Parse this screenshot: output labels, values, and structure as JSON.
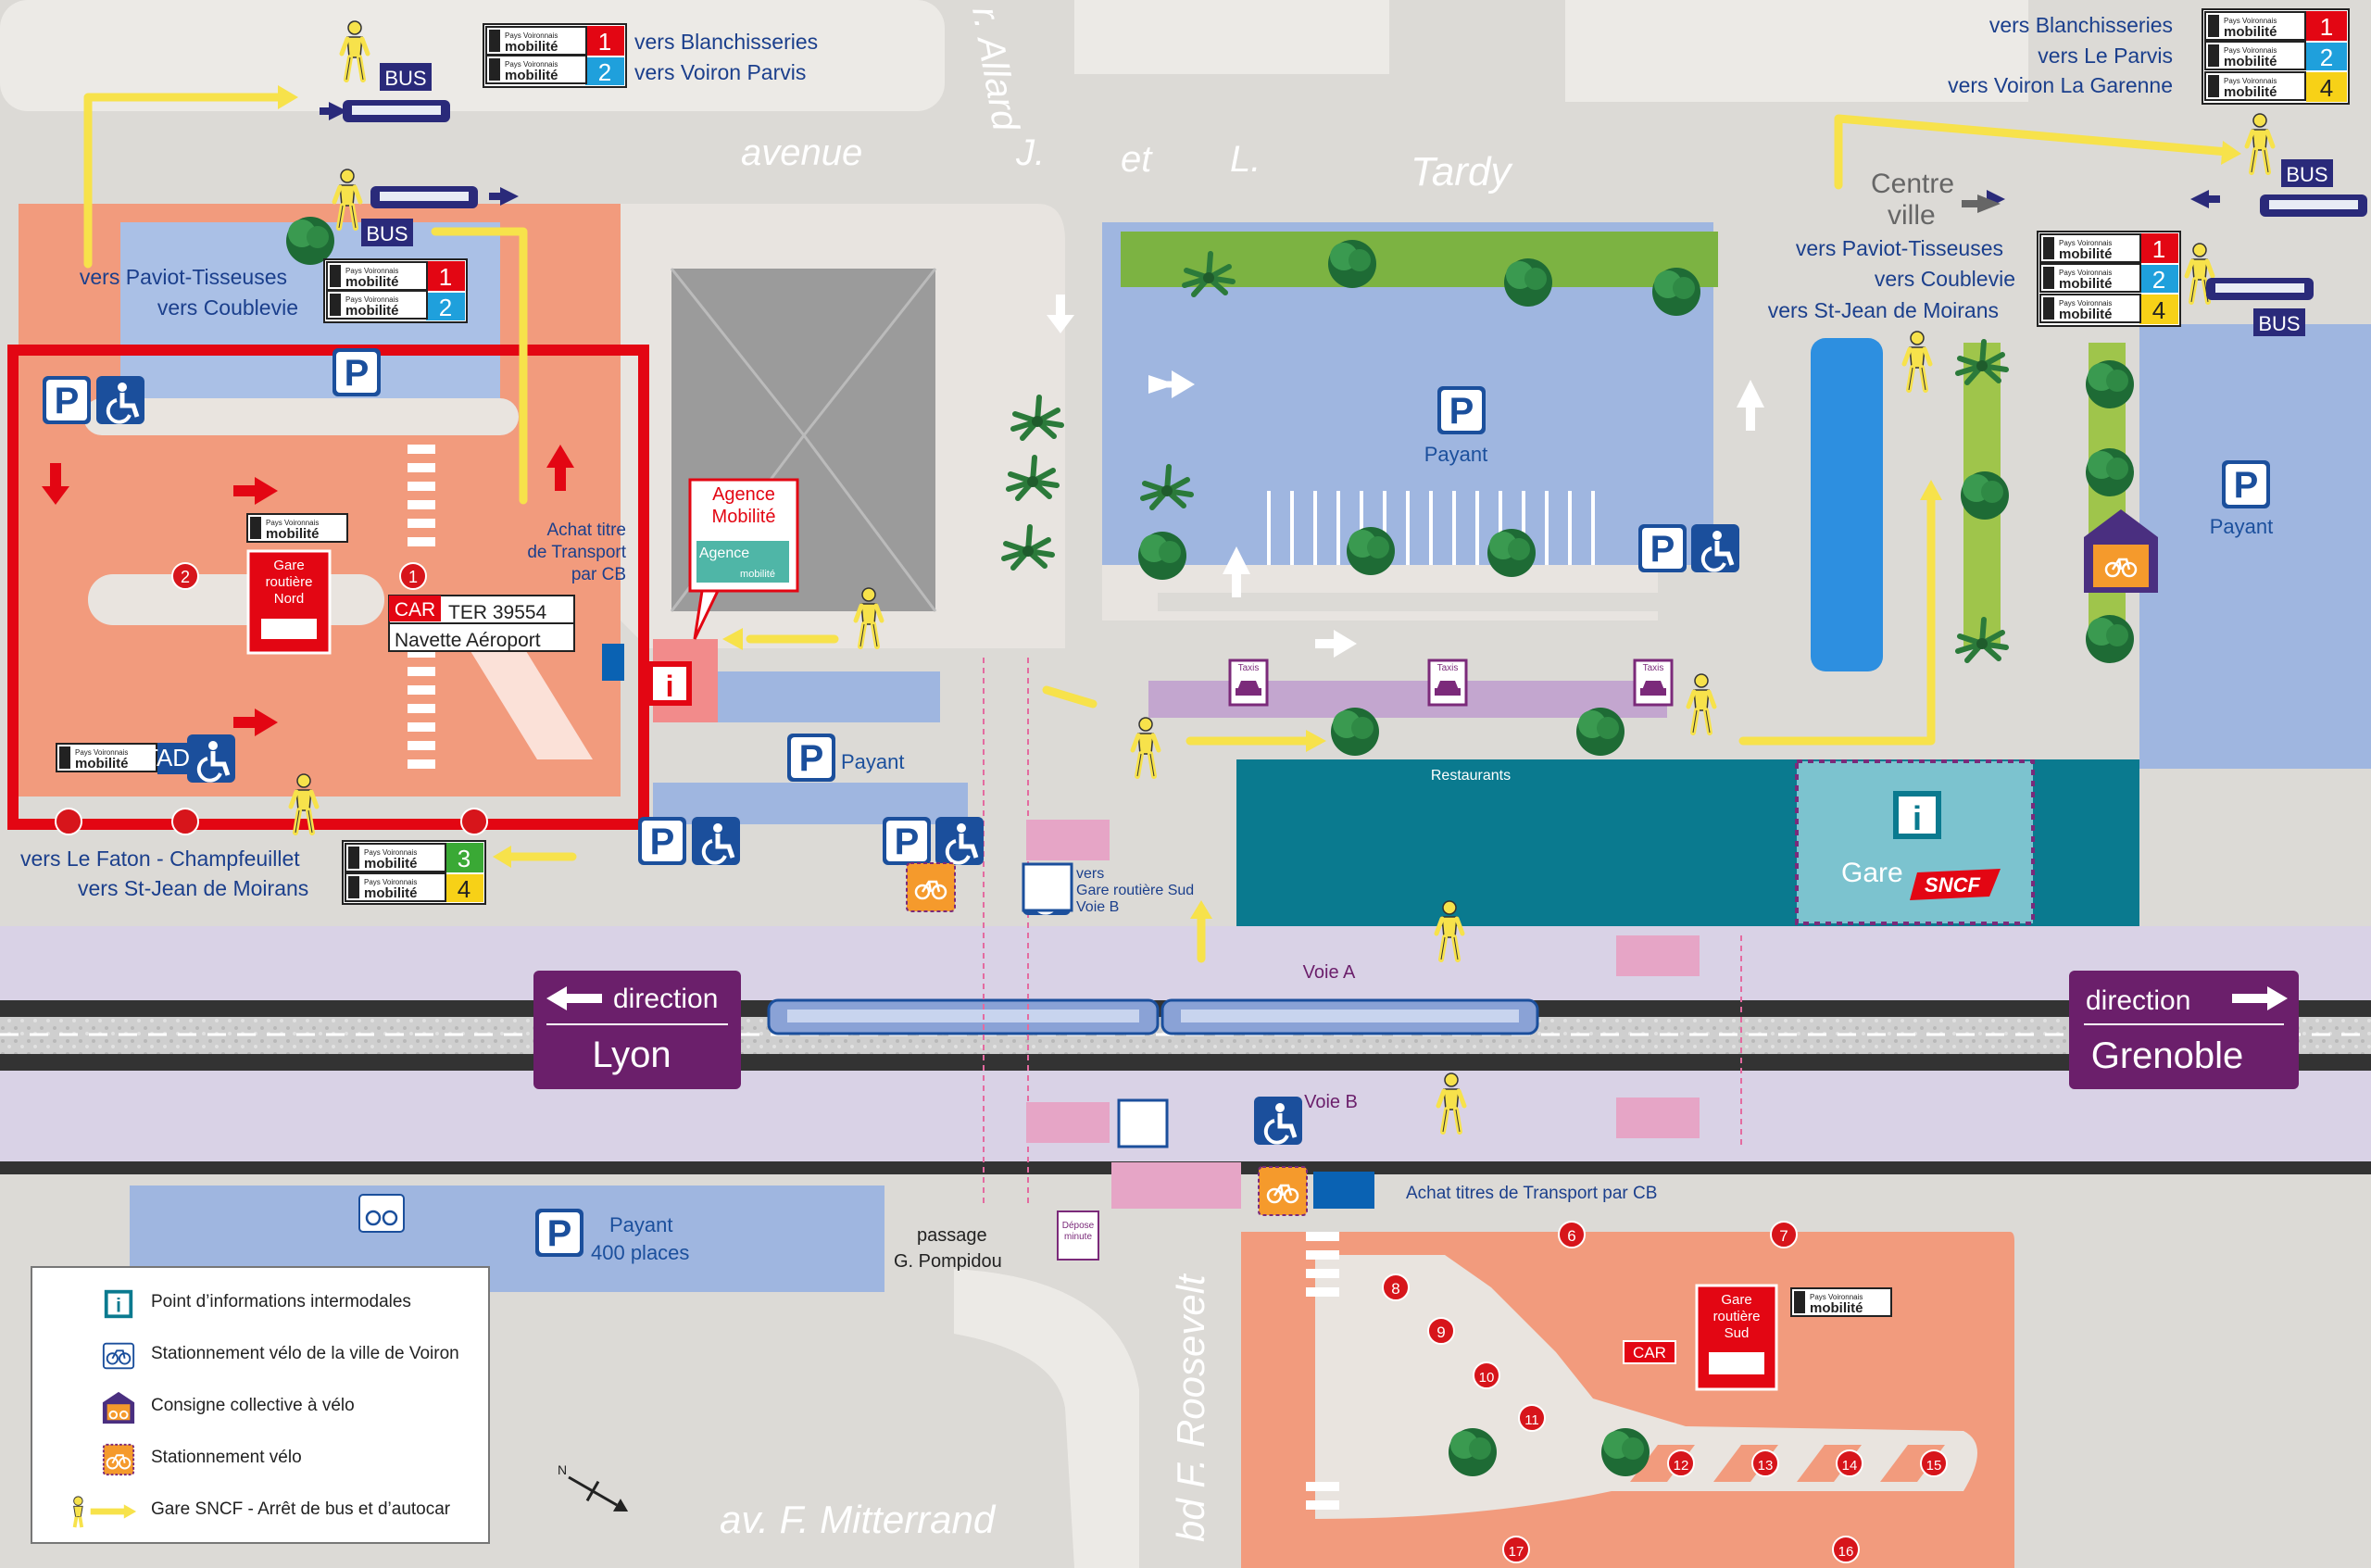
{
  "streets": {
    "avenue_1": "avenue",
    "avenue_2": "J.",
    "avenue_3": "et",
    "avenue_4": "L.",
    "avenue_5": "Tardy",
    "allard": "r. Allard",
    "mitterrand": "av. F. Mitterrand",
    "roosevelt": "bd F. Roosevelt",
    "centre_ville_1": "Centre",
    "centre_ville_2": "ville",
    "passage_1": "passage",
    "passage_2": "G. Pompidou"
  },
  "bus_label": "BUS",
  "bus_stops": {
    "top_left": {
      "lines": [
        "1",
        "2"
      ],
      "destinations": [
        "vers Blanchisseries",
        "vers Voiron Parvis"
      ]
    },
    "mid_left": {
      "lines": [
        "1",
        "2"
      ],
      "destinations": [
        "vers Paviot-Tisseuses",
        "vers Coublevie"
      ]
    },
    "top_right": {
      "lines": [
        "1",
        "2",
        "4"
      ],
      "destinations": [
        "vers Blanchisseries",
        "vers Le Parvis",
        "vers Voiron La Garenne"
      ]
    },
    "mid_right": {
      "lines": [
        "1",
        "2",
        "4"
      ],
      "destinations": [
        "vers Paviot-Tisseuses",
        "vers Coublevie",
        "vers St-Jean de Moirans"
      ]
    },
    "bottom_left": {
      "lines": [
        "3",
        "4"
      ],
      "destinations": [
        "vers Le Faton - Champfeuillet",
        "vers St-Jean de Moirans"
      ]
    }
  },
  "line_colors": {
    "1": "#e30613",
    "2": "#1fa0dc",
    "3": "#3aa935",
    "4": "#f7d117"
  },
  "brand": {
    "pays": "Pays Voironnais",
    "mobilite": "mobilité"
  },
  "gare_nord": {
    "title_1": "Gare",
    "title_2": "routière",
    "title_3": "Nord",
    "bay_1": "1",
    "bay_2": "2",
    "car_label": "CAR",
    "car_line": "TER 39554",
    "navette": "Navette Aéroport",
    "tad": "TAD",
    "achat_1": "Achat titre",
    "achat_2": "de Transport",
    "achat_3": "par CB"
  },
  "agence": {
    "line_1": "Agence",
    "line_2": "Mobilité",
    "logo_1": "Agence",
    "logo_2": "mobilité"
  },
  "parkings": {
    "payant": "Payant",
    "p_label": "P",
    "south_1": "Payant",
    "south_2": "400 places"
  },
  "taxis": "Taxis",
  "restaurants": "Restaurants",
  "gare_sncf": {
    "label": "Gare",
    "logo": "SNCF"
  },
  "vers_sud": {
    "line_1": "vers",
    "line_2": "Gare routière Sud",
    "line_3": "Voie B"
  },
  "voies": {
    "a": "Voie A",
    "b": "Voie B"
  },
  "directions": {
    "lyon_word": "direction",
    "lyon": "Lyon",
    "grenoble_word": "direction",
    "grenoble": "Grenoble"
  },
  "depose_1": "Dépose",
  "depose_2": "minute",
  "achat_sud": "Achat titres de Transport par CB",
  "gare_sud": {
    "title_1": "Gare",
    "title_2": "routière",
    "title_3": "Sud",
    "car_label": "CAR",
    "bays": [
      "6",
      "7",
      "8",
      "9",
      "10",
      "11",
      "12",
      "13",
      "14",
      "15",
      "16",
      "17"
    ]
  },
  "legend": [
    {
      "icon": "info-icon",
      "label": "Point d’informations intermodales"
    },
    {
      "icon": "city-bike-parking-icon",
      "label": "Stationnement vélo de la ville de Voiron"
    },
    {
      "icon": "bike-locker-icon",
      "label": "Consigne collective à vélo"
    },
    {
      "icon": "bike-parking-icon",
      "label": "Stationnement vélo"
    },
    {
      "icon": "bus-stop-icon",
      "label": "Gare SNCF - Arrêt de bus et d’autocar"
    }
  ],
  "compass": "N"
}
